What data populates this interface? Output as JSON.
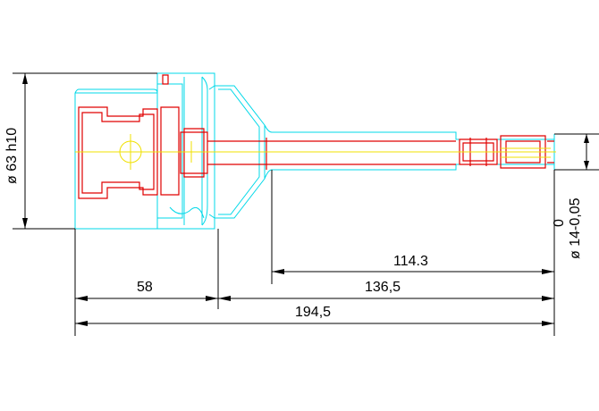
{
  "drawing": {
    "colors": {
      "outline": "#00d8e8",
      "section": "#e00000",
      "centerline": "#f0e000",
      "dimension": "#000000",
      "background": "#ffffff"
    },
    "dimensions": {
      "diameter_body": "ø 63 h10",
      "tip_tolerance_upper": "0",
      "tip_diameter": "ø 14-0,05",
      "length_shank": "114.3",
      "length_front": "58",
      "length_extension": "136,5",
      "length_total": "194,5"
    }
  }
}
